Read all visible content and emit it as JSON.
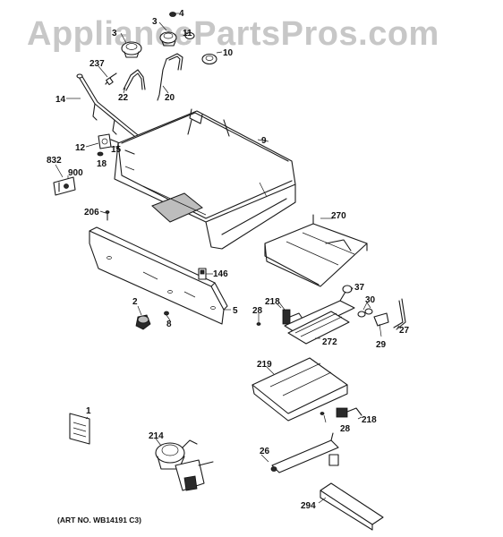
{
  "watermark": "AppliancePartsPros.com",
  "art_number": "(ART NO. WB14191 C3)",
  "callouts": {
    "c4": "4",
    "c3a": "3",
    "c3b": "3",
    "c11": "11",
    "c10": "10",
    "c237": "237",
    "c22": "22",
    "c20": "20",
    "c14": "14",
    "c9": "9",
    "c12": "12",
    "c15": "15",
    "c18": "18",
    "c832": "832",
    "c900": "900",
    "c206": "206",
    "c270": "270",
    "c146": "146",
    "c2": "2",
    "c8": "8",
    "c5": "5",
    "c218a": "218",
    "c28a": "28",
    "c37": "37",
    "c30": "30",
    "c272": "272",
    "c29": "29",
    "c27": "27",
    "c219": "219",
    "c1": "1",
    "c214": "214",
    "c218b": "218",
    "c28b": "28",
    "c26": "26",
    "c294": "294"
  }
}
